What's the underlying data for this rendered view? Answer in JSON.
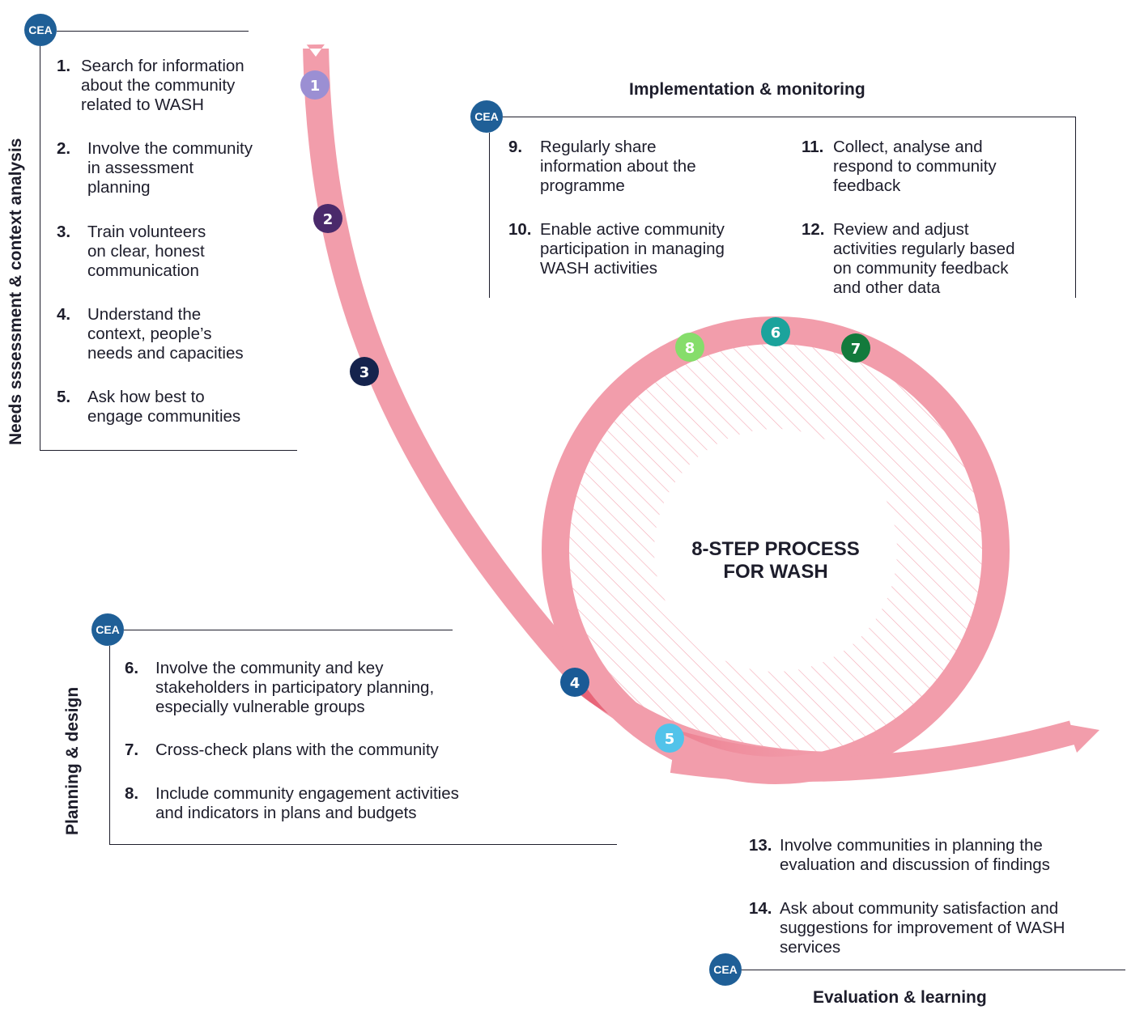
{
  "center_title": "8-STEP PROCESS\nFOR WASH",
  "badge_label": "CEA",
  "steps": [
    {
      "label": "1",
      "color": "#9b8fd3"
    },
    {
      "label": "2",
      "color": "#4a2a6b"
    },
    {
      "label": "3",
      "color": "#15234d"
    },
    {
      "label": "4",
      "color": "#1a5a96"
    },
    {
      "label": "5",
      "color": "#52c3ea"
    },
    {
      "label": "6",
      "color": "#1ba39c"
    },
    {
      "label": "7",
      "color": "#137a3c"
    },
    {
      "label": "8",
      "color": "#86dd6b"
    }
  ],
  "colors": {
    "ribbon": "#f29dab",
    "ribbon_shadow": "#e5586d",
    "hatch": "#f4a8b4",
    "badge": "#1f5f97",
    "text": "#1d1d2b"
  },
  "sections": {
    "needs": {
      "title": "Needs sssessment & context analysis",
      "items": [
        {
          "num": "1.",
          "text": "Search for information\nabout the community\nrelated to WASH"
        },
        {
          "num": "2.",
          "text": "Involve the community\nin assessment\nplanning"
        },
        {
          "num": "3.",
          "text": "Train volunteers\non clear, honest\ncommunication"
        },
        {
          "num": "4.",
          "text": "Understand the\ncontext, people’s\nneeds and capacities"
        },
        {
          "num": "5.",
          "text": "Ask how best to\nengage communities"
        }
      ]
    },
    "implementation": {
      "title": "Implementation & monitoring",
      "items": [
        {
          "num": "9.",
          "text": "Regularly share\ninformation about the\nprogramme"
        },
        {
          "num": "10.",
          "text": "Enable active community\nparticipation in managing\nWASH activities"
        },
        {
          "num": "11.",
          "text": "Collect, analyse and\nrespond to community\nfeedback"
        },
        {
          "num": "12.",
          "text": "Review and adjust\nactivities regularly based\non community feedback\nand other data"
        }
      ]
    },
    "planning": {
      "title": "Planning & design",
      "items": [
        {
          "num": "6.",
          "text": "Involve the community and key\nstakeholders in participatory planning,\nespecially vulnerable groups"
        },
        {
          "num": "7.",
          "text": "Cross-check plans with the community"
        },
        {
          "num": "8.",
          "text": "Include community engagement  activities\nand indicators in plans and budgets"
        }
      ]
    },
    "evaluation": {
      "title": "Evaluation & learning",
      "items": [
        {
          "num": "13.",
          "text": "Involve communities in planning  the\nevaluation  and  discussion of findings"
        },
        {
          "num": "14.",
          "text": "Ask about community satisfaction and\nsuggestions for improvement of WASH\nservices"
        }
      ]
    }
  }
}
